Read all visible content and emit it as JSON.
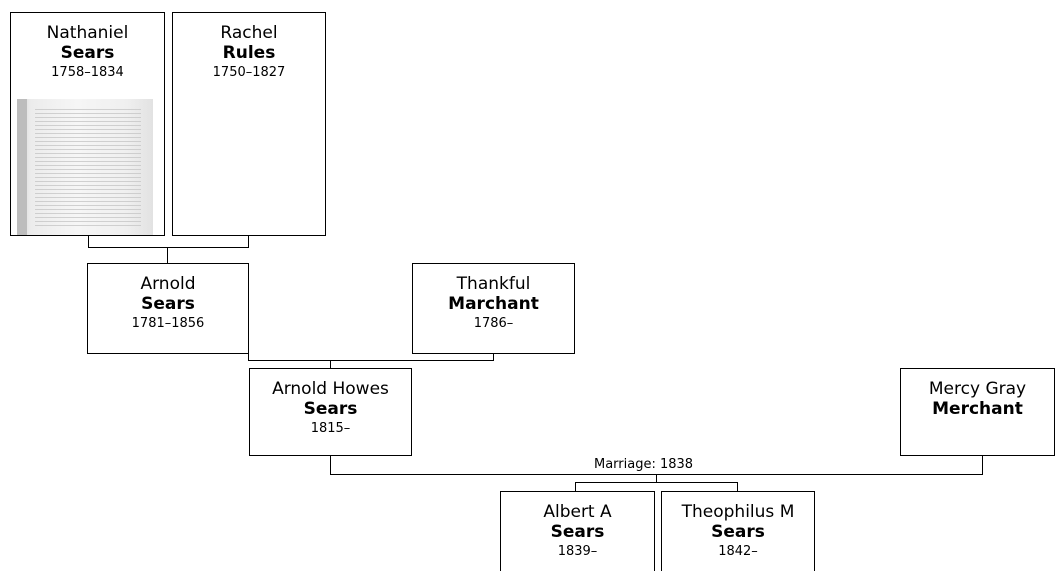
{
  "people": {
    "nathaniel": {
      "first": "Nathaniel",
      "last": "Sears",
      "dates": "1758–1834"
    },
    "rachel": {
      "first": "Rachel",
      "last": "Rules",
      "dates": "1750–1827"
    },
    "arnold": {
      "first": "Arnold",
      "last": "Sears",
      "dates": "1781–1856"
    },
    "thankful": {
      "first": "Thankful",
      "last": "Marchant",
      "dates": "1786–"
    },
    "arnold_howes": {
      "first": "Arnold Howes",
      "last": "Sears",
      "dates": "1815–"
    },
    "mercy": {
      "first": "Mercy Gray",
      "last": "Merchant"
    },
    "albert": {
      "first": "Albert A",
      "last": "Sears",
      "dates": "1839–"
    },
    "theophilus": {
      "first": "Theophilus M",
      "last": "Sears",
      "dates": "1842–"
    }
  },
  "marriage_label": "Marriage: 1838",
  "colors": {
    "line": "#000000",
    "box_border": "#000000",
    "background": "#ffffff"
  }
}
